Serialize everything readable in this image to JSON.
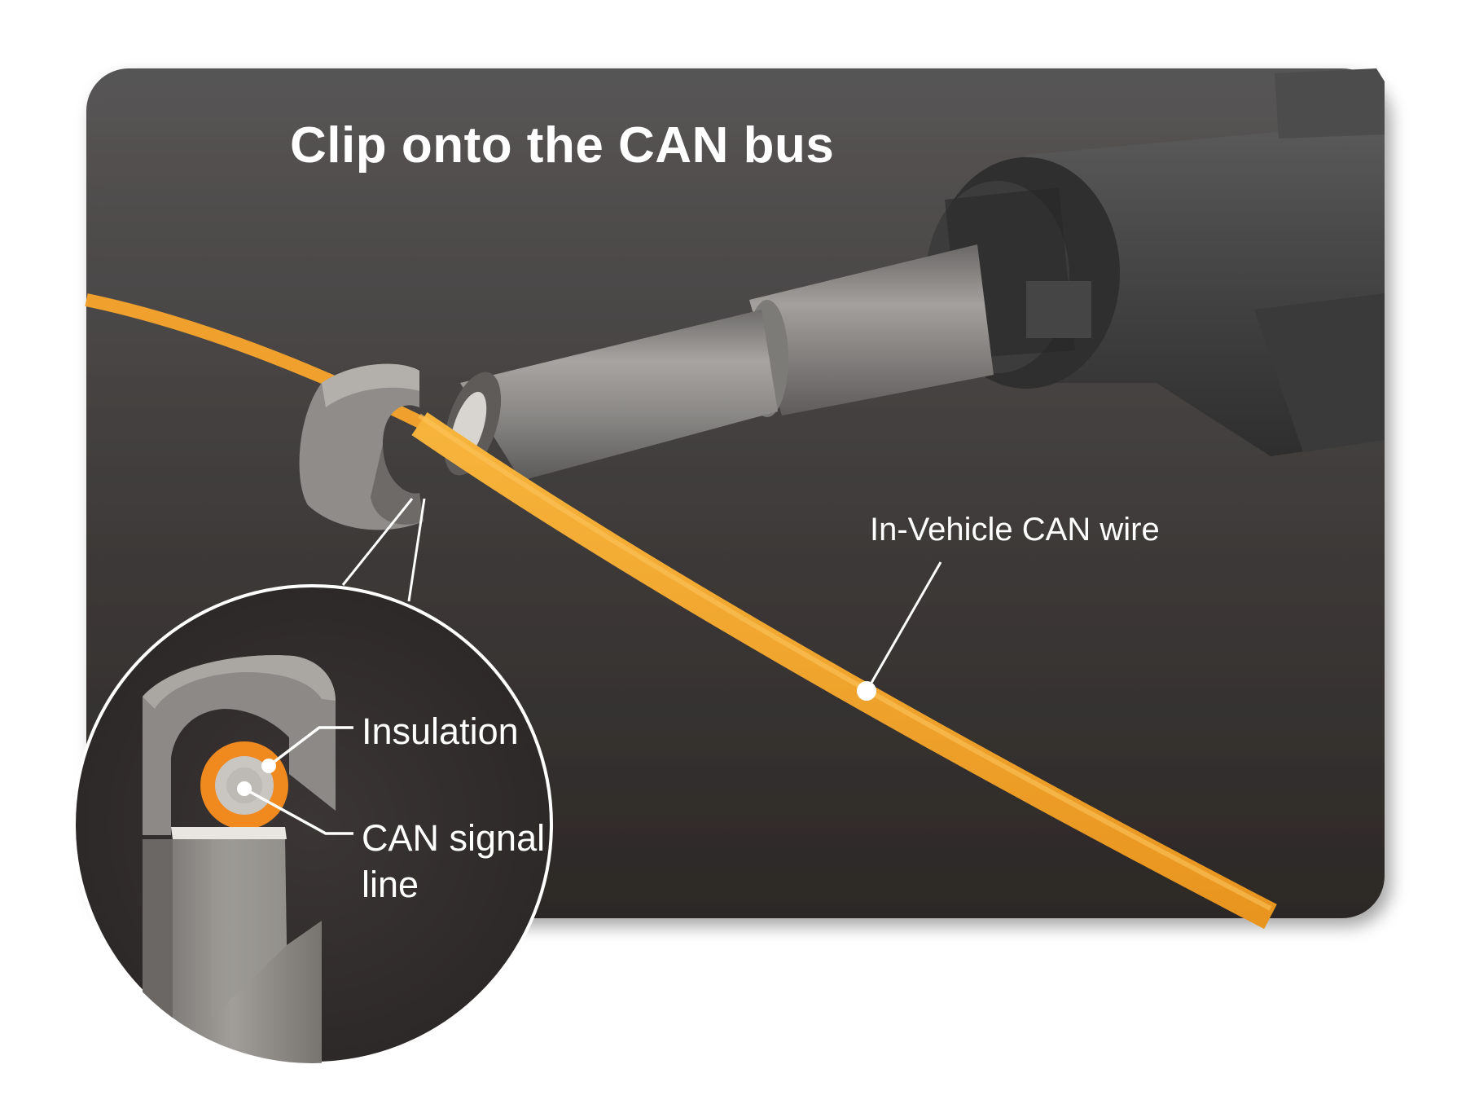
{
  "title": "Clip onto the CAN bus",
  "labels": {
    "wire": "In-Vehicle CAN wire",
    "insulation": "Insulation",
    "signal_line": "CAN signal line"
  },
  "colors": {
    "panel_top": "#565454",
    "panel_bottom": "#2e2a28",
    "wire_orange": "#f2a12a",
    "probe_grey": "#8a8886",
    "connector_dark": "#4a4a4a",
    "insulation_orange": "#f08a1e",
    "core_grey": "#bdbab6"
  },
  "icons": {
    "probe": "clip-probe-illustration",
    "wire": "can-wire-illustration",
    "magnifier": "cross-section-magnifier"
  }
}
